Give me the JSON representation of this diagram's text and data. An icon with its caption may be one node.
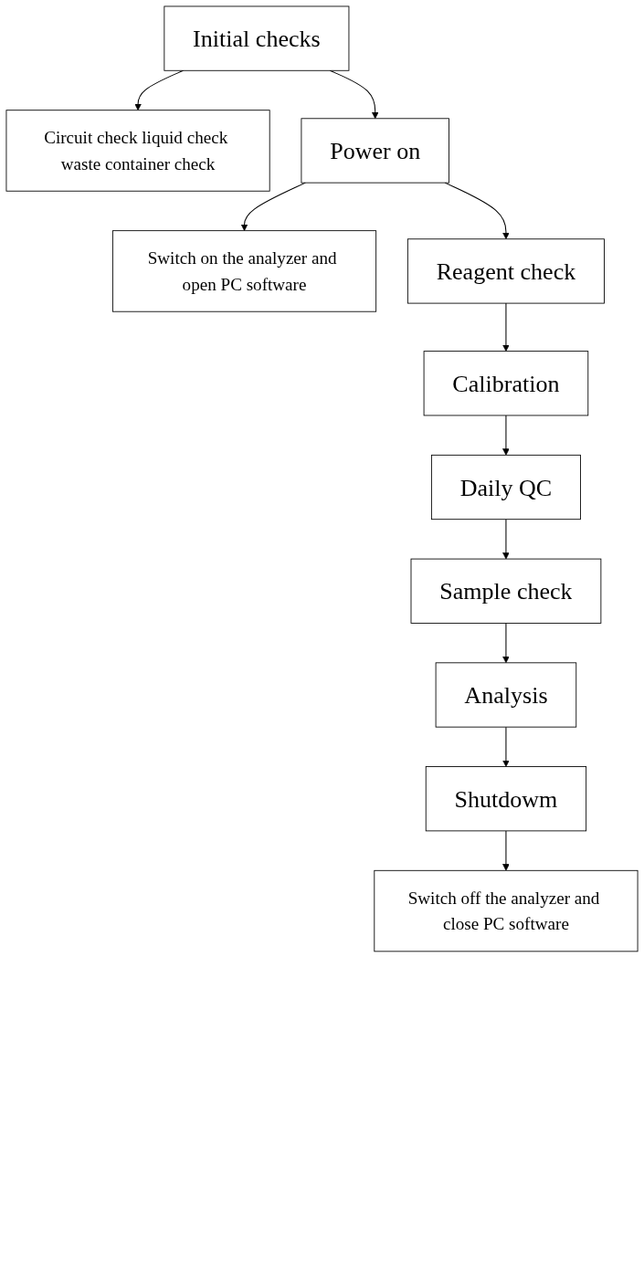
{
  "diagram": {
    "nodes": [
      {
        "text": [
          "Initial checks"
        ]
      },
      {
        "text": [
          "Circuit check liquid check waste container check"
        ]
      },
      {
        "text": [
          "Power on"
        ]
      },
      {
        "text": [
          "Switch on the analyzer and open PC software"
        ]
      },
      {
        "text": [
          "Reagent check"
        ]
      },
      {
        "text": [
          "Calibration"
        ]
      },
      {
        "text": [
          "Daily QC"
        ]
      },
      {
        "text": [
          "Sample check"
        ]
      },
      {
        "text": [
          "Analysis"
        ]
      },
      {
        "text": [
          "Shutdowm"
        ]
      },
      {
        "text": [
          "Switch off the analyzer and close PC software"
        ]
      }
    ],
    "edges": [
      {
        "from": 0,
        "to": 1,
        "arrow": "to"
      },
      {
        "from": 0,
        "to": 2,
        "arrow": "to"
      },
      {
        "from": 2,
        "to": 3,
        "arrow": "to"
      },
      {
        "from": 2,
        "to": 4,
        "arrow": "to"
      },
      {
        "from": 4,
        "to": 5,
        "arrow": "to"
      },
      {
        "from": 5,
        "to": 6,
        "arrow": "to"
      },
      {
        "from": 6,
        "to": 7,
        "arrow": "to"
      },
      {
        "from": 7,
        "to": 8,
        "arrow": "to"
      },
      {
        "from": 8,
        "to": 9,
        "arrow": "to"
      },
      {
        "from": 9,
        "to": 10,
        "arrow": "to"
      }
    ]
  }
}
